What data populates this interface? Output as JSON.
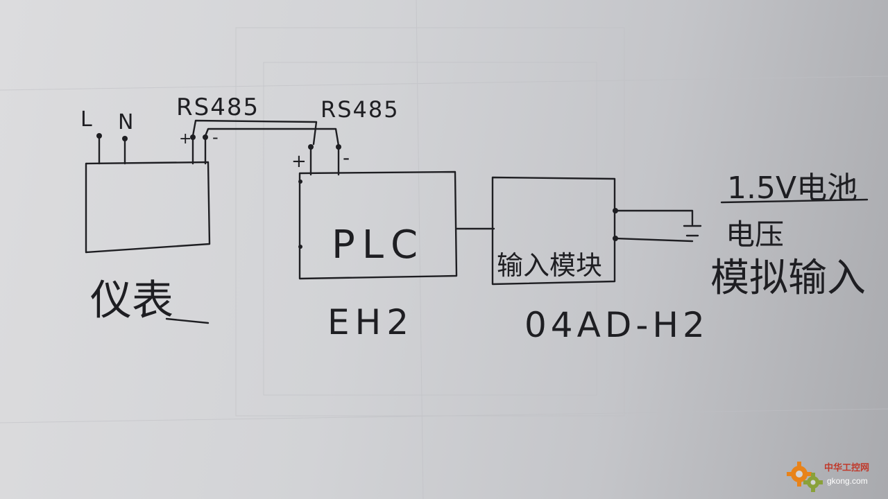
{
  "meter": {
    "power_l": "L",
    "power_n": "N",
    "rs485_label": "RS485",
    "plus": "+",
    "minus": "-",
    "caption": "仪表"
  },
  "plc": {
    "rs485_label": "RS485",
    "plus": "+",
    "minus": "-",
    "box_label": "PLC",
    "model": "EH2"
  },
  "module": {
    "box_label": "输入模块",
    "model": "04AD-H2"
  },
  "battery": {
    "line1": "1.5V电池",
    "line2": "电压",
    "line3": "模拟输入"
  },
  "watermark": {
    "name": "中华工控网",
    "url": "gkong.com"
  },
  "colors": {
    "ink": "#1e1e22",
    "paper": "#d4d5d8",
    "watermark_orange": "#e8831a",
    "watermark_red": "#c0392b"
  }
}
